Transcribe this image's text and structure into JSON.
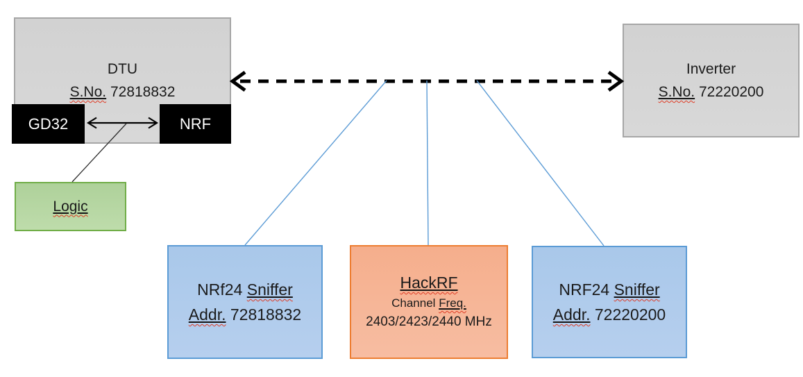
{
  "colors": {
    "gray_fill": "#d2d2d2",
    "gray_border": "#a6a6a6",
    "black_fill": "#000000",
    "white_text": "#ffffff",
    "green_fill": "#aed19a",
    "green_border": "#70ad47",
    "blue_fill": "#a9c8ea",
    "blue_border": "#5b9bd5",
    "orange_fill": "#f5ae8c",
    "orange_border": "#ed7d31",
    "connector_blue": "#5b9bd5",
    "squiggle_red": "#e03b24",
    "underline_black": "#141414"
  },
  "nodes": {
    "dtu": {
      "name": "DTU",
      "serial_label": "S.No.",
      "serial_number": "72818832"
    },
    "gd32": {
      "label": "GD32"
    },
    "nrf": {
      "label": "NRF"
    },
    "logic": {
      "label": "Logic"
    },
    "inverter": {
      "name": "Inverter",
      "serial_label": "S.No.",
      "serial_number": "72220200"
    },
    "sniffer_left": {
      "title_prefix": "NRf24",
      "title_word": "Sniffer",
      "addr_label": "Addr.",
      "address": "72818832"
    },
    "hackrf": {
      "title": "HackRF",
      "subtitle_prefix": "Channel",
      "subtitle_word": "Freq.",
      "frequencies": "2403/2423/2440 MHz"
    },
    "sniffer_right": {
      "title_prefix": "NRF24",
      "title_word": "Sniffer",
      "addr_label": "Addr.",
      "address": "72220200"
    }
  }
}
